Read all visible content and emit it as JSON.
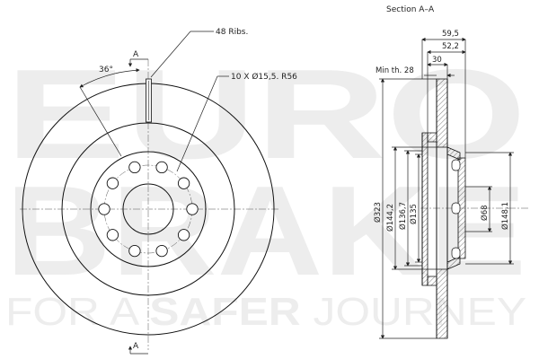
{
  "watermark": {
    "line1": "EURO",
    "line2": "BRAKE",
    "tagline_pre": "FOR A ",
    "tagline_bold": "SAFER",
    "tagline_post": " JOURNEY"
  },
  "front_view": {
    "section_mark_top": "A",
    "section_mark_bottom": "A",
    "angle_label": "36°",
    "ribs_label": "48 Ribs.",
    "holes_label": "10 X Ø15,5. R56"
  },
  "section_view": {
    "title": "Section A–A",
    "min_thickness_label": "Min th. 28",
    "dim_59_5": "59,5",
    "dim_52_2": "52,2",
    "dim_30": "30",
    "dia_323": "Ø323",
    "dia_144_2": "Ø144,2",
    "dia_136_7": "Ø136,7",
    "dia_135": "Ø135",
    "dia_68": "Ø68",
    "dia_148_1": "Ø148,1"
  }
}
